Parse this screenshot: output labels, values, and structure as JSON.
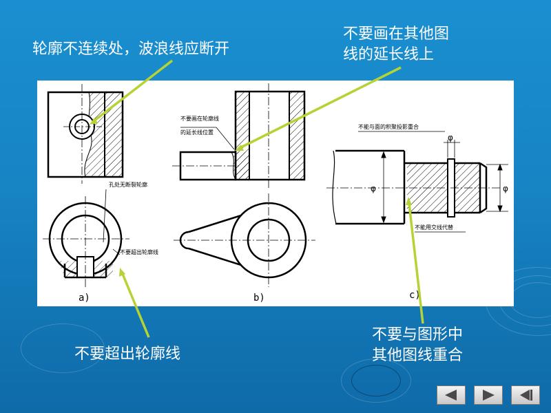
{
  "callouts": {
    "top_left": "轮廓不连续处，波浪线应断开",
    "top_right_line1": "不要画在其他图",
    "top_right_line2": "线的延长线上",
    "bottom_left": "不要超出轮廓线",
    "bottom_right_line1": "不要与图形中",
    "bottom_right_line2": "其他图线重合"
  },
  "drawing": {
    "a_note1": "孔处无断裂轮廓",
    "a_note2": "不要超出轮廓线",
    "b_note_line1": "不要画在轮廓线",
    "b_note_line2": "的延长线位置",
    "c_note1": "不能与面的积聚投影重合",
    "c_note2": "不能用交线代替",
    "dia_symbol": "φ",
    "label_a": "a)",
    "label_b": "b)",
    "label_c": "c)"
  },
  "colors": {
    "background": "#1784c4",
    "arrow": "#b5d334",
    "panel": "#ffffff"
  },
  "nav": {
    "prev_icon": "triangle-left-icon",
    "next_icon": "triangle-right-icon",
    "end_icon": "skip-to-end-icon"
  }
}
